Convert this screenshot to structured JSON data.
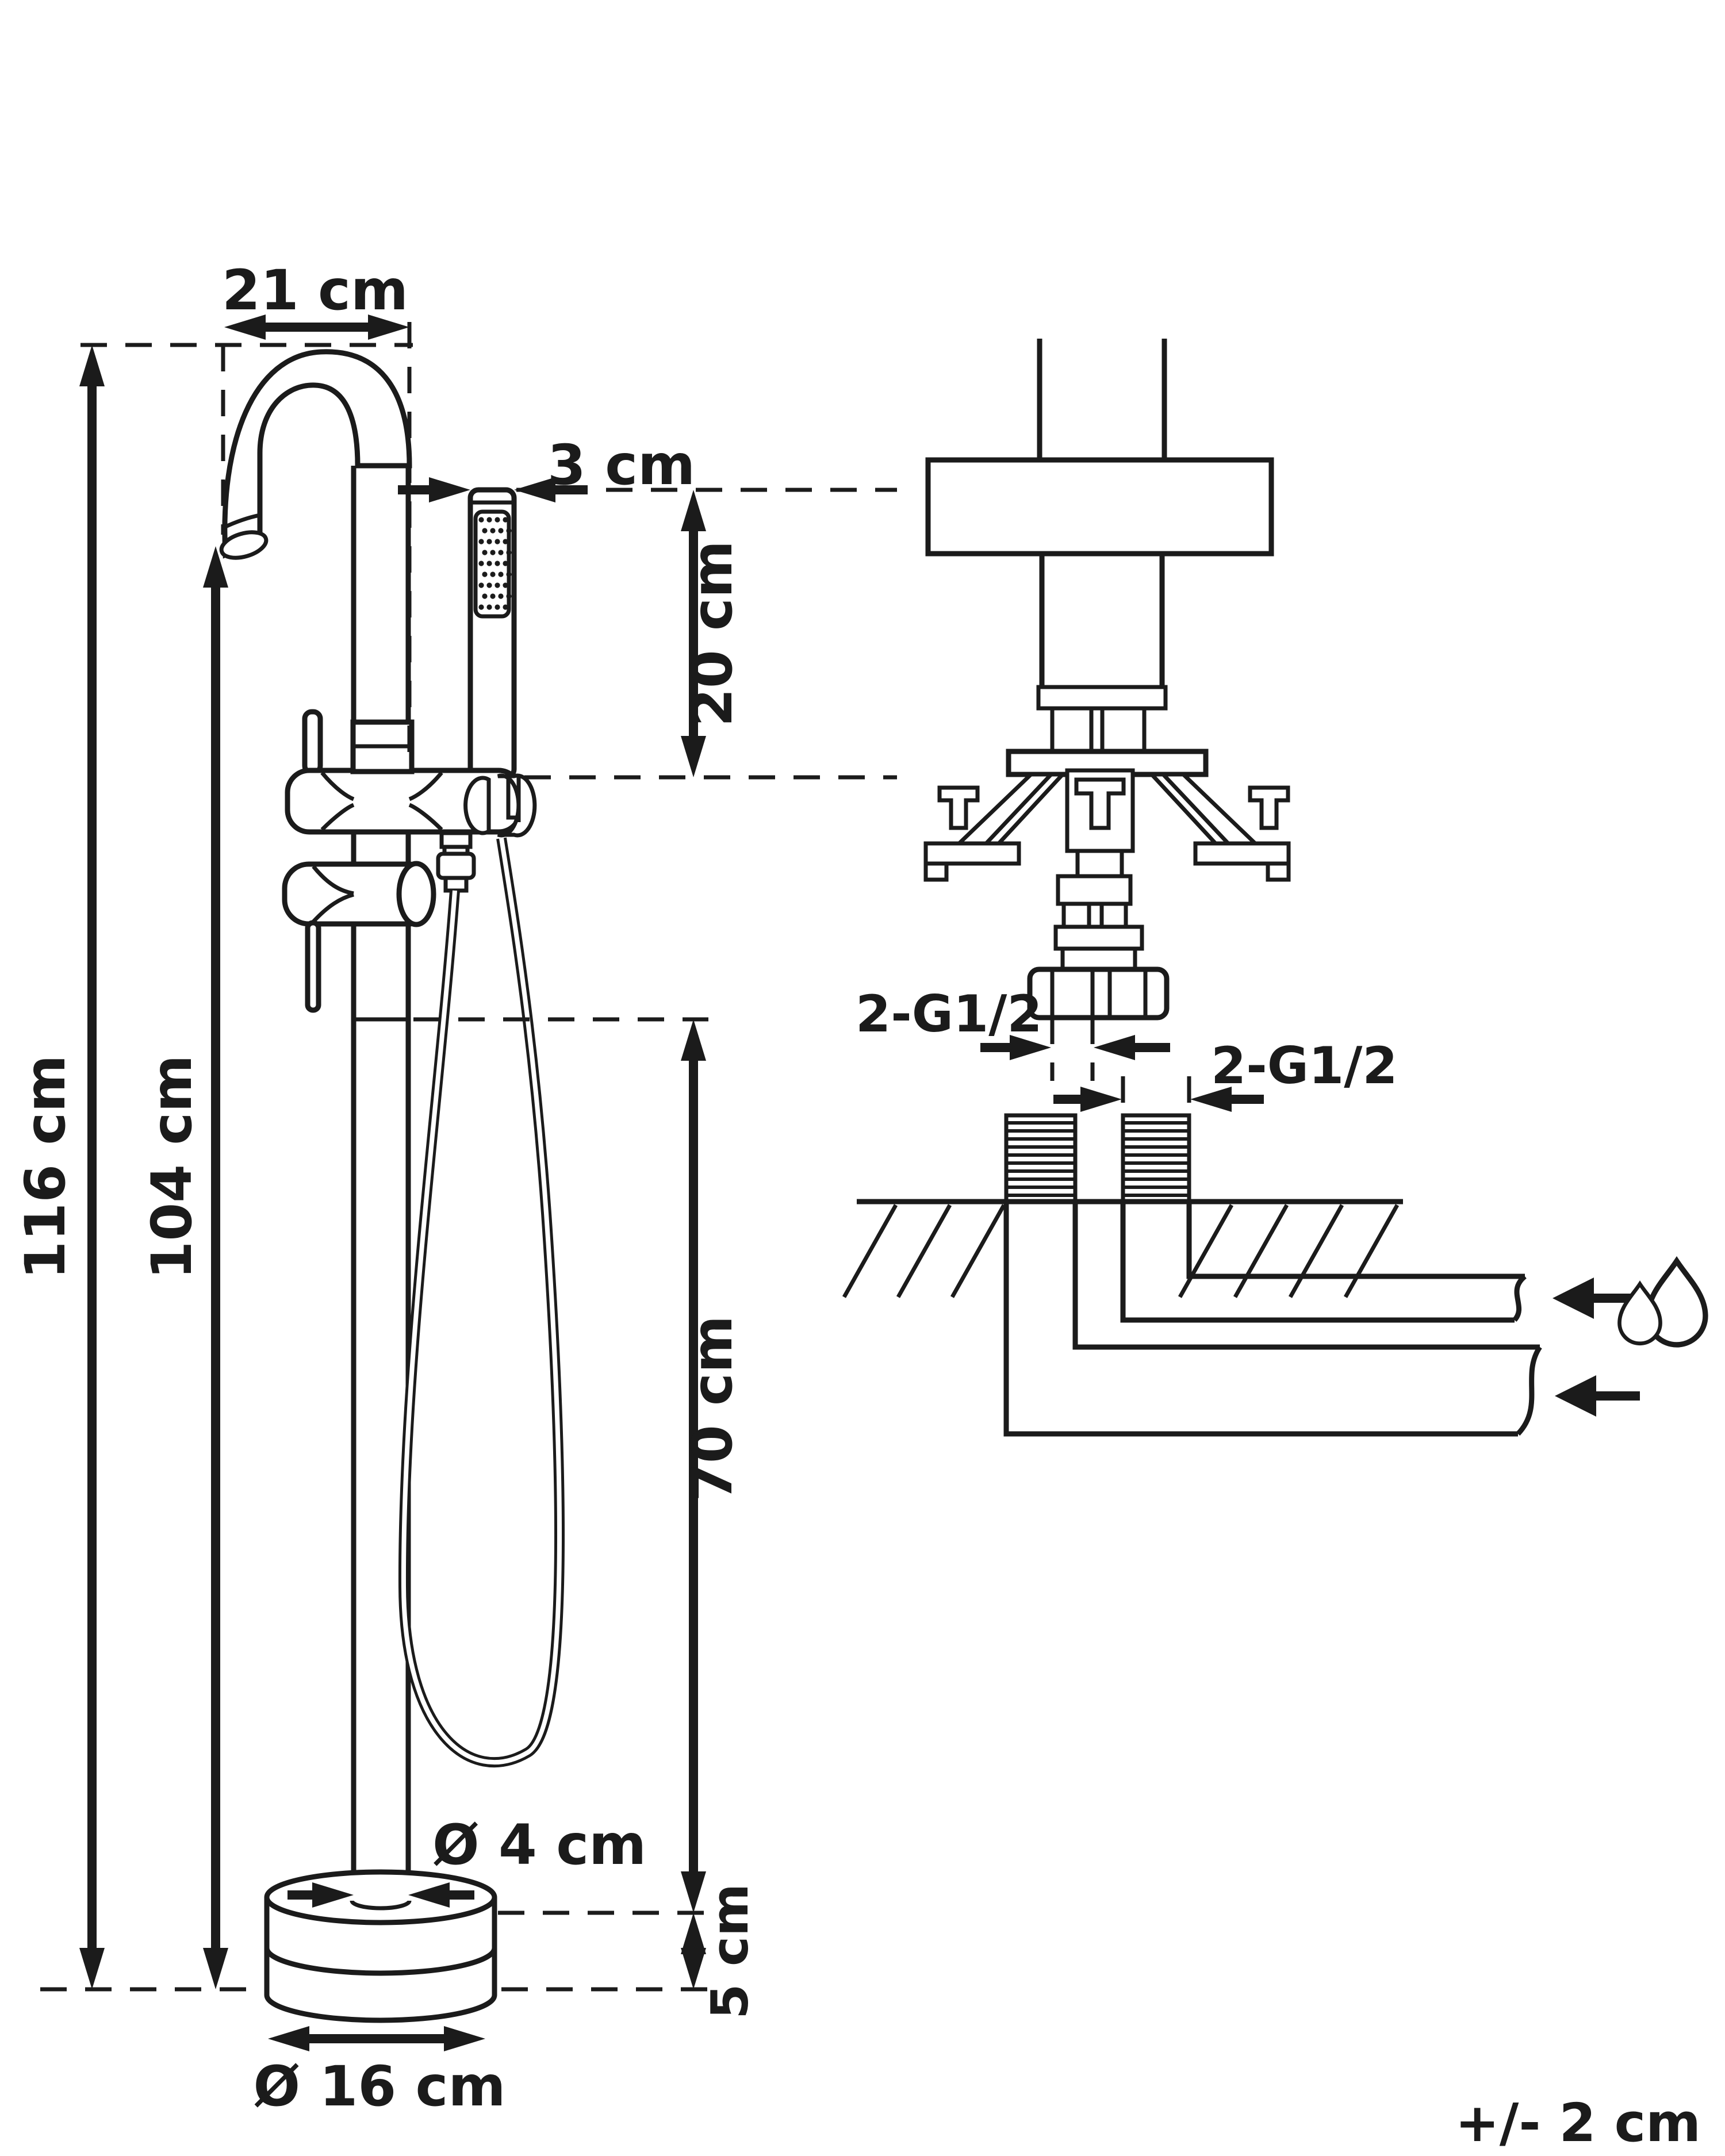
{
  "diagram": {
    "type": "technical-dimension-drawing",
    "subject": "freestanding bathtub faucet with hand shower - installation dimensions",
    "colors": {
      "line": "#1b1b1b",
      "background": "#ffffff"
    },
    "labels": {
      "spout_reach": "21 cm",
      "hand_shower_width": "3 cm",
      "hand_shower_height": "20 cm",
      "total_height": "116 cm",
      "spout_outlet_height": "104 cm",
      "hose_drop_height": "70 cm",
      "column_diameter": "Ø 4 cm",
      "base_height": "5 cm",
      "base_diameter": "Ø 16 cm",
      "inlet_connection_size": "2-G1/2",
      "floor_connection_size": "2-G1/2",
      "tolerance_note": "+/- 2 cm"
    },
    "icons": {
      "water_inlet": "water-drops-icon"
    }
  }
}
